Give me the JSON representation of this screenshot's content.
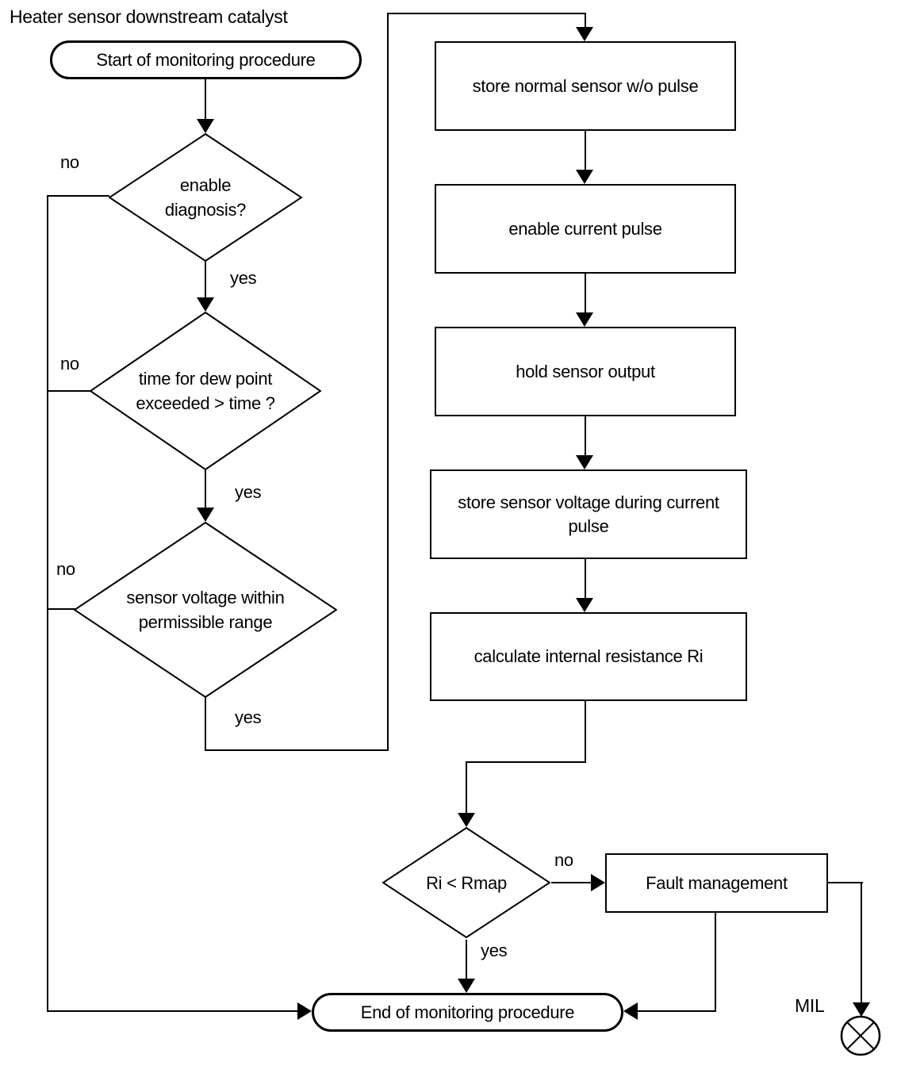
{
  "title": "Heater sensor downstream catalyst",
  "colors": {
    "line": "#000000",
    "background": "#ffffff"
  },
  "nodes": {
    "start": {
      "label": "Start of monitoring procedure"
    },
    "d1": {
      "lines": [
        "enable",
        "diagnosis?"
      ]
    },
    "d2": {
      "lines": [
        "time for dew point",
        "exceeded > time ?"
      ]
    },
    "d3": {
      "lines": [
        "sensor voltage within",
        "permissible range"
      ]
    },
    "box1": {
      "label": "store normal sensor w/o pulse"
    },
    "box2": {
      "label": "enable current pulse"
    },
    "box3": {
      "label": "hold sensor output"
    },
    "box4": {
      "label": "store sensor voltage during current pulse"
    },
    "box5": {
      "label": "calculate internal resistance Ri"
    },
    "d4": {
      "label": "Ri < Rmap"
    },
    "fault": {
      "label": "Fault management"
    },
    "end": {
      "label": "End of monitoring procedure"
    },
    "mil": {
      "label": "MIL"
    }
  },
  "edge_labels": {
    "d1_no": "no",
    "d1_yes": "yes",
    "d2_no": "no",
    "d2_yes": "yes",
    "d3_no": "no",
    "d3_yes": "yes",
    "d4_no": "no",
    "d4_yes": "yes"
  }
}
